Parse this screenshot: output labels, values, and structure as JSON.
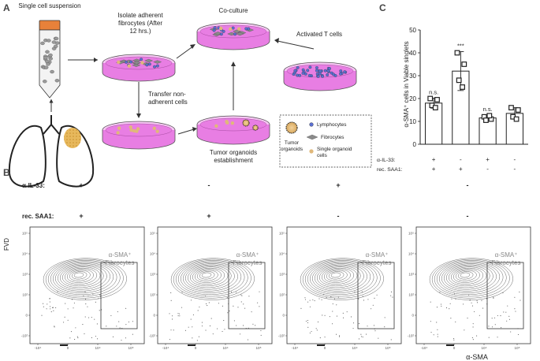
{
  "panel_letters": {
    "a": "A",
    "b": "B",
    "c": "C"
  },
  "schematic": {
    "single_cell": "Single cell suspension",
    "isolate_lines": [
      "Isolate adherent",
      "fibrocytes (After",
      "12 hrs.)"
    ],
    "coculture": "Co-culture",
    "activated_t": "Activated T cells",
    "transfer_lines": [
      "Transfer non-",
      "adherent cells"
    ],
    "establish_lines": [
      "Tumor organoids",
      "establishment"
    ],
    "legend": {
      "tumor_organoids_lines": [
        "Tumor",
        "organoids"
      ],
      "lymphocytes": "Lymphocytes",
      "fibrocytes": "Fibrocytes",
      "single_organoid_lines": [
        "Single organoid",
        "cells"
      ]
    },
    "colors": {
      "dish_fill": "#e87ee3",
      "dish_rim": "#f6c6f3",
      "tube_cap": "#e8813a",
      "organoid": "#e0b87a",
      "lymphocyte": "#5a6fd1"
    }
  },
  "chart_data": {
    "type": "bar",
    "categories": [
      "+/+",
      "-/+",
      "+/-",
      "-/-"
    ],
    "values": [
      18,
      32,
      11.5,
      13.5
    ],
    "errors": [
      2.2,
      8.5,
      1.2,
      2.5
    ],
    "points": [
      [
        20,
        19.5,
        17,
        16
      ],
      [
        40,
        35,
        28,
        25
      ],
      [
        12,
        11,
        10.5,
        12.5
      ],
      [
        16,
        15,
        12,
        11
      ]
    ],
    "significance": [
      "n.s.",
      "***",
      "n.s.",
      ""
    ],
    "ylabel": "α-SMA⁺ cells in Viable singlets",
    "ylim": [
      0,
      50
    ],
    "yticks": [
      "0",
      "10",
      "20",
      "30",
      "40",
      "50"
    ],
    "conditions": [
      {
        "label": "α-IL-33:",
        "values": [
          "+",
          "-",
          "+",
          "-"
        ]
      },
      {
        "label": "rec. SAA1:",
        "values": [
          "+",
          "+",
          "-",
          "-"
        ]
      }
    ]
  },
  "flow": {
    "il33_label": "α-IL-33:",
    "saa1_label": "rec. SAA1:",
    "il33_values": [
      "+",
      "-",
      "+",
      "-"
    ],
    "saa1_values": [
      "+",
      "+",
      "-",
      "-"
    ],
    "y_axis_label": "FVD",
    "x_axis_label": "α-SMA",
    "gate_label_lines": [
      "α-SMA⁺",
      "Fibrocytes"
    ],
    "yticks": [
      "10⁵",
      "10⁴",
      "10³",
      "10²",
      "0",
      "-10²"
    ],
    "xticks": [
      "-10⁴",
      "0",
      "10⁴",
      "10⁵"
    ]
  }
}
